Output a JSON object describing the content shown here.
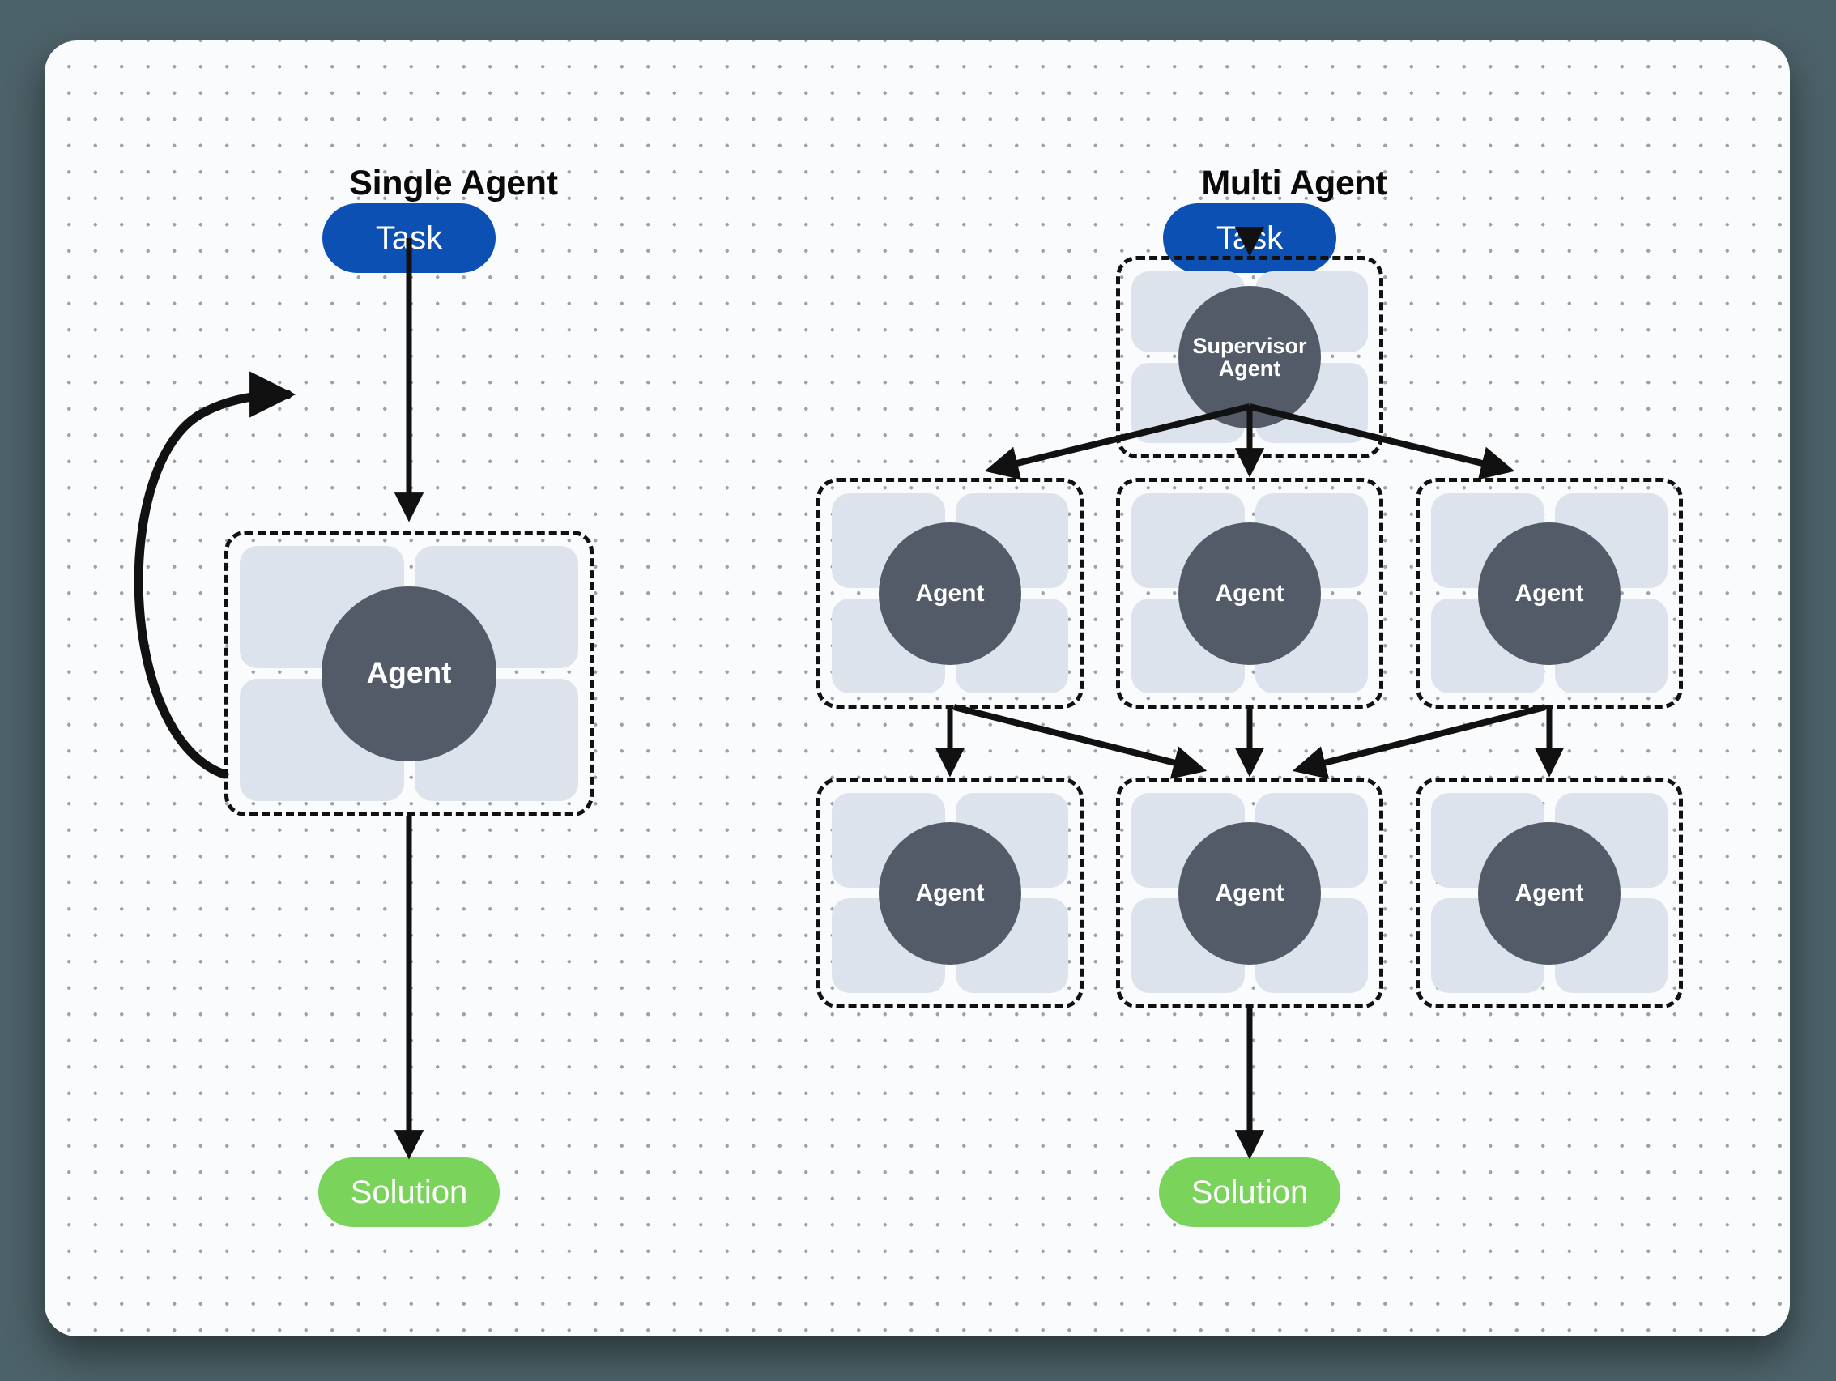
{
  "canvas": {
    "background_color": "#4c6269",
    "card_color": "#fafbfc",
    "dot_color": "#8c9299"
  },
  "panels": [
    {
      "id": "single",
      "title": "Single Agent"
    },
    {
      "id": "multi",
      "title": "Multi Agent"
    }
  ],
  "colors": {
    "task": "#0d50b4",
    "solution": "#7ad45c",
    "agent_core": "#535a68",
    "tile": "#dde3ec",
    "edge": "#111111"
  },
  "single_agent": {
    "task_label": "Task",
    "agent_label": "Agent",
    "solution_label": "Solution",
    "loop_note": "self-loop arrow from agent back to agent"
  },
  "multi_agent": {
    "task_label": "Task",
    "supervisor_label": "Supervisor\nAgent",
    "supervisor_line1": "Supervisor",
    "supervisor_line2": "Agent",
    "row1": [
      {
        "label": "Agent"
      },
      {
        "label": "Agent"
      },
      {
        "label": "Agent"
      }
    ],
    "row2": [
      {
        "label": "Agent"
      },
      {
        "label": "Agent"
      },
      {
        "label": "Agent"
      }
    ],
    "solution_label": "Solution"
  }
}
